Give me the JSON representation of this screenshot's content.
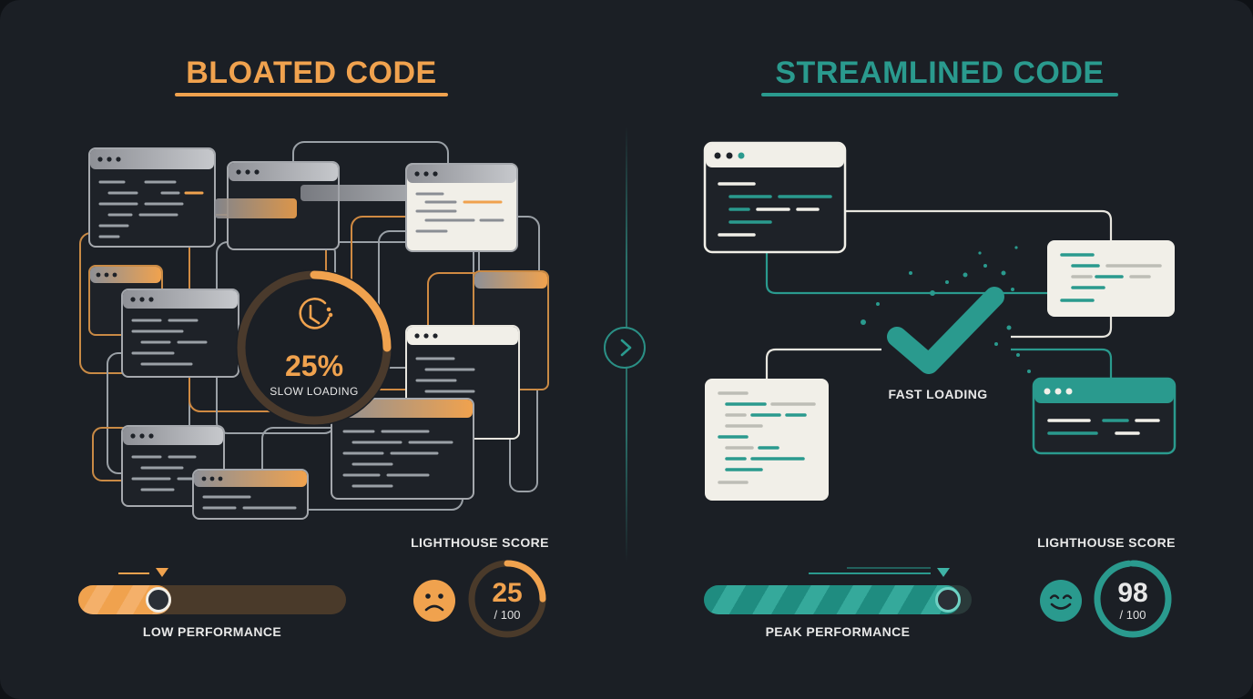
{
  "left": {
    "title": "BLOATED CODE",
    "center_value": "25%",
    "center_caption": "SLOW LOADING",
    "slider_label": "LOW PERFORMANCE",
    "performance_level": 0.3,
    "score_label": "LIGHTHOUSE SCORE",
    "score": "25",
    "score_max": "/ 100",
    "score_fraction": 0.25,
    "mood_icon": "sad-face-icon",
    "accent": "#f0a24e"
  },
  "right": {
    "title": "STREAMLINED CODE",
    "center_caption": "FAST LOADING",
    "slider_label": "PEAK PERFORMANCE",
    "performance_level": 0.91,
    "score_label": "LIGHTHOUSE SCORE",
    "score": "98",
    "score_max": "/ 100",
    "score_fraction": 0.98,
    "mood_icon": "smiley-face-icon",
    "accent": "#2a9a8e"
  },
  "icons": {
    "divider_button": "chevron-right-icon",
    "slow": "clock-icon",
    "fast": "checkmark-icon"
  }
}
